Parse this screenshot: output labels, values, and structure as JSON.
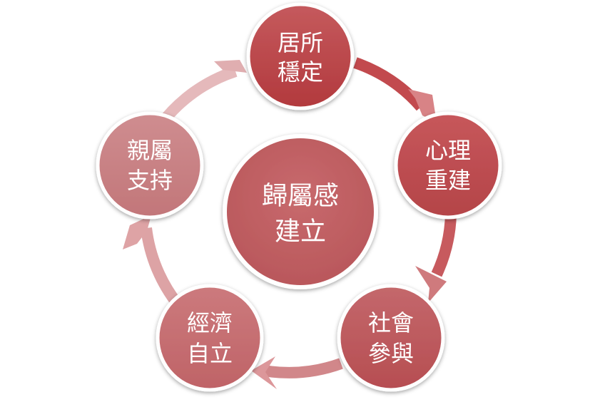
{
  "diagram": {
    "type": "cycle",
    "center": {
      "lines": [
        "歸屬感",
        "建立"
      ]
    },
    "nodes": [
      {
        "id": "housing",
        "lines": [
          "居所",
          "穩定"
        ]
      },
      {
        "id": "psych",
        "lines": [
          "心理",
          "重建"
        ]
      },
      {
        "id": "social",
        "lines": [
          "社會",
          "參與"
        ]
      },
      {
        "id": "economic",
        "lines": [
          "經濟",
          "自立"
        ]
      },
      {
        "id": "family",
        "lines": [
          "親屬",
          "支持"
        ]
      }
    ],
    "colors": {
      "node_dark": "#b8474a",
      "node_mid": "#c15c60",
      "node_light": "#c9777a",
      "node_lighter": "#cc8588",
      "ring": "#c85a5e",
      "ring_light": "#e2b2b4",
      "arrow": "#d88d90",
      "center": "#c15b5e",
      "border": "#ffffff"
    }
  }
}
